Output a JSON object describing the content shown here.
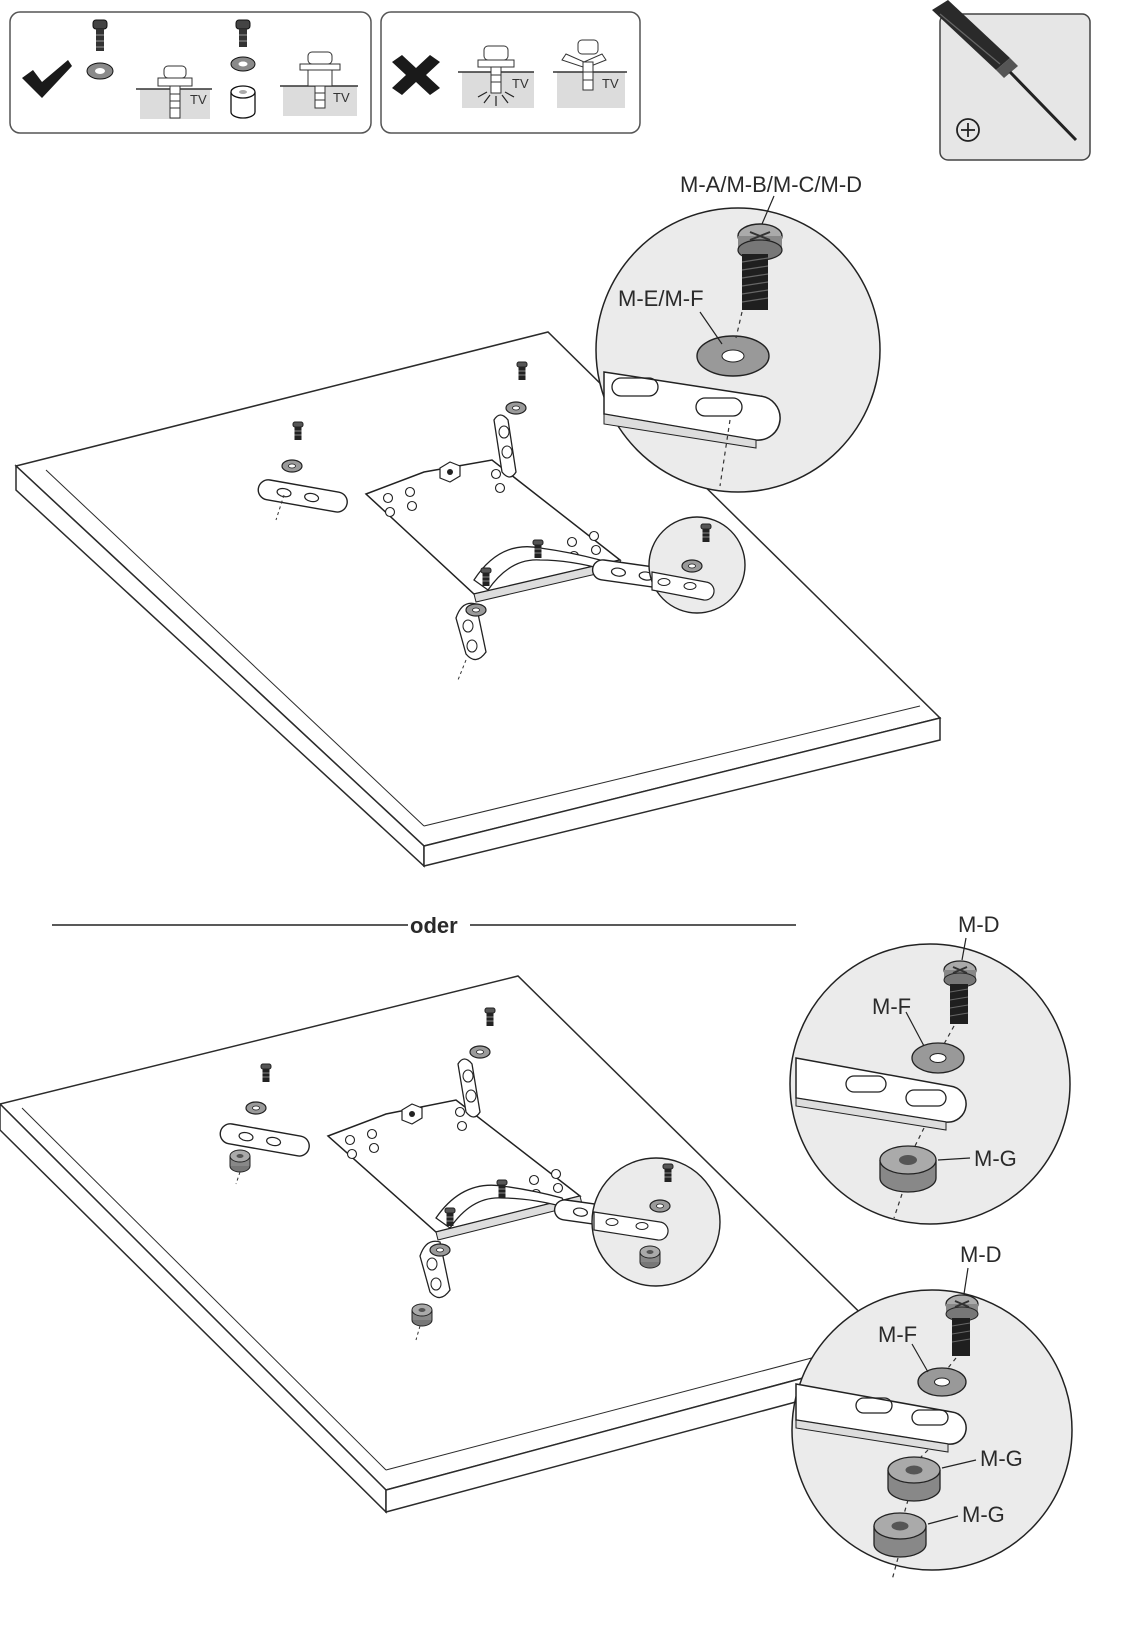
{
  "legend": {
    "correct_box": {
      "tv_label_1": "TV",
      "tv_label_2": "TV"
    },
    "wrong_box": {
      "tv_label_1": "TV",
      "tv_label_2": "TV"
    },
    "tool_symbol": "⊕"
  },
  "diagram_top": {
    "callout_bolt_label": "M-A/M-B/M-C/M-D",
    "callout_washer_label": "M-E/M-F"
  },
  "divider": {
    "label": "oder"
  },
  "diagram_bottom": {
    "callout1": {
      "bolt_label": "M-D",
      "washer_label": "M-F",
      "spacer_label": "M-G"
    },
    "callout2": {
      "bolt_label": "M-D",
      "washer_label": "M-F",
      "spacer1_label": "M-G",
      "spacer2_label": "M-G"
    }
  },
  "colors": {
    "line": "#2b2b2b",
    "fill_gray": "#e8e8e8",
    "part_gray": "#9a9a9a",
    "dark_part": "#3a3a3a"
  }
}
